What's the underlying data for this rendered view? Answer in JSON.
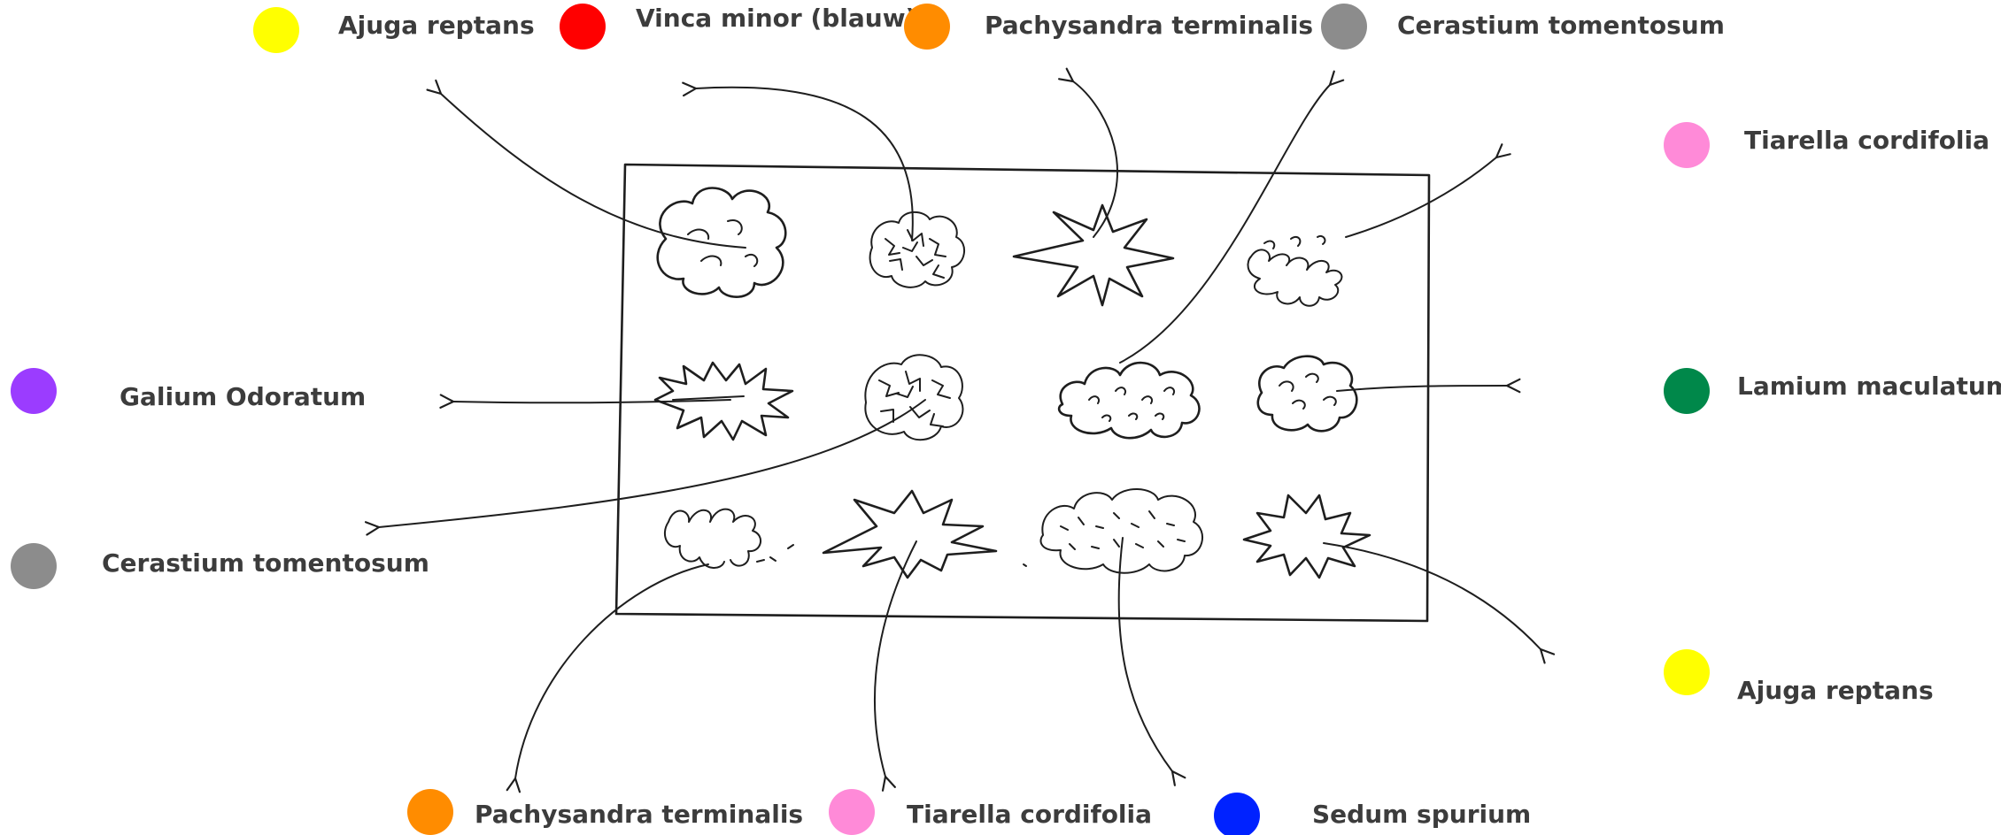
{
  "legend": [
    {
      "id": "top-1",
      "text": "Ajuga reptans",
      "color": "#ffff00"
    },
    {
      "id": "top-2",
      "text": "Vinca minor (blauw)",
      "color": "#ff0000"
    },
    {
      "id": "top-3",
      "text": "Pachysandra terminalis",
      "color": "#ff8c00"
    },
    {
      "id": "top-4",
      "text": "Cerastium tomentosum",
      "color": "#8c8c8c"
    },
    {
      "id": "right-1",
      "text": "Tiarella cordifolia",
      "color": "#ff8ad8"
    },
    {
      "id": "right-2",
      "text": "Lamium maculatum",
      "color": "#00884a"
    },
    {
      "id": "right-3",
      "text": "Ajuga reptans",
      "color": "#ffff00"
    },
    {
      "id": "left-1",
      "text": "Galium Odoratum",
      "color": "#9b3cff"
    },
    {
      "id": "left-2",
      "text": "Cerastium tomentosum",
      "color": "#8c8c8c"
    },
    {
      "id": "bottom-1",
      "text": "Pachysandra terminalis",
      "color": "#ff8c00"
    },
    {
      "id": "bottom-2",
      "text": "Tiarella cordifolia",
      "color": "#ff8ad8"
    },
    {
      "id": "bottom-3",
      "text": "Sedum spurium",
      "color": "#0022ff"
    }
  ],
  "plants": [
    {
      "id": "r1c1",
      "icon": "cloud-shrub-icon"
    },
    {
      "id": "r1c2",
      "icon": "scribble-shrub-icon"
    },
    {
      "id": "r1c3",
      "icon": "star-plant-icon"
    },
    {
      "id": "r1c4",
      "icon": "leafy-plant-icon"
    },
    {
      "id": "r2c1",
      "icon": "spiky-plant-icon"
    },
    {
      "id": "r2c2",
      "icon": "scribble-shrub-icon"
    },
    {
      "id": "r2c3",
      "icon": "cloud-shrub-icon"
    },
    {
      "id": "r2c4",
      "icon": "cloud-shrub-icon"
    },
    {
      "id": "r3c1",
      "icon": "leafy-plant-icon"
    },
    {
      "id": "r3c2",
      "icon": "star-plant-icon"
    },
    {
      "id": "r3c3",
      "icon": "scribble-shrub-icon"
    },
    {
      "id": "r3c4",
      "icon": "spiky-plant-icon"
    }
  ]
}
